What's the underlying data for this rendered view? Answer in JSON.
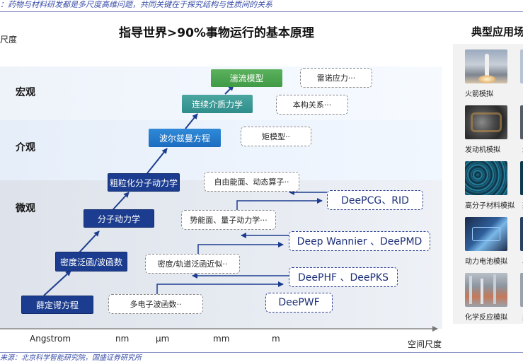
{
  "captions": {
    "top": "：药物与材料研发都是多尺度高维问题，共同关键在于探究结构与性质间的关系",
    "bottom": "来源：北京科学智能研究院，国盛证券研究所"
  },
  "diagram": {
    "title": "指导世界>90%事物运行的基本原理",
    "y_axis_title": "尺度",
    "x_axis_title": "空间尺度",
    "x_ticks": [
      "Angstrom",
      "nm",
      "μm",
      "mm",
      "m"
    ],
    "bands": {
      "macro": "宏观",
      "meso": "介观",
      "micro": "微观"
    },
    "theories": {
      "schrodinger": "薛定谔方程",
      "dft": "密度泛函/波函数",
      "md": "分子动力学",
      "cgmd": "粗粒化分子动力学",
      "boltzmann": "波尔兹曼方程",
      "continuum": "连续介质力学",
      "turbulence": "湍流模型"
    },
    "approximations": {
      "manybody": "多电子波函数··",
      "density": "密度/轨道泛函近似··",
      "pes": "势能面、量子动力学···",
      "freeenergy": "自由能面、动态算子··",
      "moment": "矩模型··",
      "constitutive": "本构关系···",
      "reynolds": "雷诺应力···"
    },
    "deep_models": {
      "deeppwf": "DeePWF",
      "deeppks": "DeePHF 、DeePKS",
      "deepmd": "Deep Wannier 、DeePMD",
      "deeppcg": "DeePCG、RID"
    }
  },
  "applications": {
    "title": "典型应用场",
    "items": [
      {
        "label": "火箭模拟",
        "icon": "rocket-photo"
      },
      {
        "label": "发动机模拟",
        "icon": "engine-photo"
      },
      {
        "label": "高分子材料模拟",
        "icon": "polymer-photo"
      },
      {
        "label": "动力电池模拟",
        "icon": "battery-photo"
      },
      {
        "label": "化学反应模拟",
        "icon": "chemistry-photo"
      }
    ],
    "clipped_labels": [
      "",
      "均",
      "聚",
      "半",
      "药"
    ]
  },
  "colors": {
    "navy": "#1c3d8f",
    "blue": "#1c6cbf",
    "teal": "#2e8e8c",
    "green": "#3f9a46",
    "caption": "#3a4fa8"
  }
}
